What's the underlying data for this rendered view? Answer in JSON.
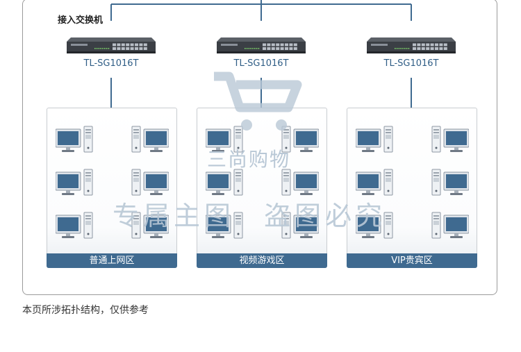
{
  "access_switch_label": "接入交换机",
  "switches": [
    {
      "model": "TL-SG1016T"
    },
    {
      "model": "TL-SG1016T"
    },
    {
      "model": "TL-SG1016T"
    }
  ],
  "zones": [
    {
      "label": "普通上网区"
    },
    {
      "label": "视频游戏区"
    },
    {
      "label": "VIP贵宾区"
    }
  ],
  "footnote": "本页所涉拓扑结构，仅供参考",
  "watermark": {
    "brand_text": "三尚购物",
    "slogan_text": "专属主图 盗图必究"
  },
  "colors": {
    "wire": "#3f6a90",
    "zone_header": "#3f6a90",
    "model_text": "#2f5d86",
    "monitor_screen": "#3f6a90",
    "watermark": "#b9c8d6"
  }
}
